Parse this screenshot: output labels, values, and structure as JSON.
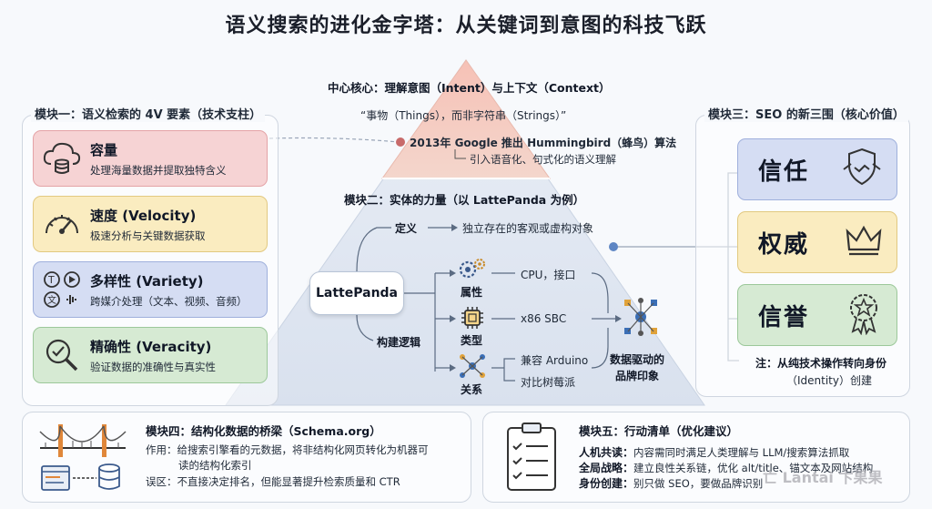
{
  "title": "语义搜索的进化金字塔：从关键词到意图的科技飞跃",
  "center": {
    "heading": "中心核心：理解意图（Intent）与上下文（Context）",
    "quote": "“事物（Things），而非字符串（Strings）”",
    "event_line1": "2013年 Google 推出 Hummingbird（蜂鸟）算法",
    "event_line2": "引入语音化、句式化的语义理解"
  },
  "module1": {
    "title": "模块一：语义检索的 4V 要素（技术支柱）",
    "cards": [
      {
        "title": "容量",
        "desc": "处理海量数据并提取独特含义",
        "icon": "cloud-database-icon",
        "color": "#f6d3d4"
      },
      {
        "title": "速度 (Velocity)",
        "desc": "极速分析与关键数据获取",
        "icon": "speedometer-icon",
        "color": "#faecc0"
      },
      {
        "title": "多样性 (Variety)",
        "desc": "跨媒介处理（文本、视频、音频）",
        "icon": "media-types-icon",
        "color": "#d5ddf3"
      },
      {
        "title": "精确性 (Veracity)",
        "desc": "验证数据的准确性与真实性",
        "icon": "magnifier-check-icon",
        "color": "#d6ead3"
      }
    ]
  },
  "module2": {
    "title": "模块二：实体的力量（以 LattePanda 为例）",
    "entity": "LattePanda",
    "definition_label": "定义",
    "definition_text": "独立存在的客观或虚构对象",
    "logic_label": "构建逻辑",
    "attr_label": "属性",
    "attr_value": "CPU，接口",
    "type_label": "类型",
    "type_value": "x86 SBC",
    "rel_label": "关系",
    "rel_value1": "兼容 Arduino",
    "rel_value2": "对比树莓派",
    "brand_line1": "数据驱动的",
    "brand_line2": "品牌印象"
  },
  "module3": {
    "title": "模块三：SEO 的新三围（核心价值）",
    "cards": [
      {
        "label": "信任",
        "icon": "handshake-shield-icon",
        "color": "#d5ddf3"
      },
      {
        "label": "权威",
        "icon": "crown-icon",
        "color": "#faecc0"
      },
      {
        "label": "信誉",
        "icon": "award-badge-icon",
        "color": "#d6ead3"
      }
    ],
    "note_line1": "注：从纯技术操作转向身份",
    "note_line2": "（Identity）创建"
  },
  "module4": {
    "title": "模块四：结构化数据的桥梁（Schema.org）",
    "role_line1": "作用：给搜索引擎看的元数据，将非结构化网页转化为机器可",
    "role_line2": "读的结构化索引",
    "misconception": "误区：不直接决定排名，但能显著提升检索质量和 CTR"
  },
  "module5": {
    "title": "模块五：行动清单（优化建议）",
    "item1_label": "人机共读：",
    "item1_text": "内容需同时满足人类理解与 LLM/搜索算法抓取",
    "item2_label": "全局战略：",
    "item2_text": "建立良性关系链，优化 alt/title、锚文本及网站结构",
    "item3_label": "身份创建：",
    "item3_text": "别只做 SEO，要做品牌识别"
  },
  "watermark": "亡 Lantai 卞果果"
}
